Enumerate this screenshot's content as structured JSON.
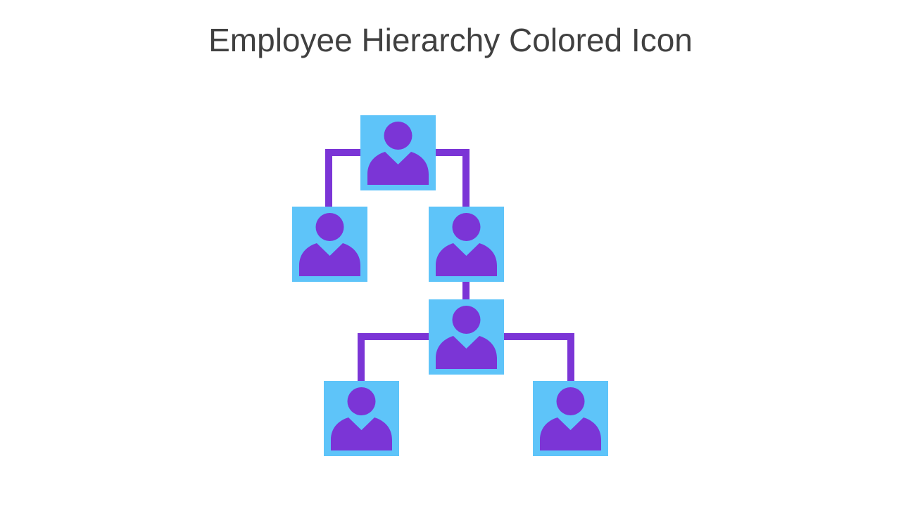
{
  "slide": {
    "title": "Employee Hierarchy Colored Icon"
  },
  "colors": {
    "background": "#ffffff",
    "title_text": "#404040",
    "tile_fill": "#5ec4f9",
    "person_fill": "#7b35d6",
    "connector": "#7b35d6"
  },
  "diagram": {
    "type": "org-chart-icon",
    "nodes": [
      {
        "id": "top-employee",
        "level": 1,
        "icon": "person-icon"
      },
      {
        "id": "left-employee",
        "level": 2,
        "icon": "person-icon"
      },
      {
        "id": "right-employee",
        "level": 2,
        "icon": "person-icon"
      },
      {
        "id": "middle-employee",
        "level": 3,
        "icon": "person-icon"
      },
      {
        "id": "bottom-left-employee",
        "level": 4,
        "icon": "person-icon"
      },
      {
        "id": "bottom-right-employee",
        "level": 4,
        "icon": "person-icon"
      }
    ],
    "edges": [
      {
        "from": "top-employee",
        "to": "left-employee"
      },
      {
        "from": "top-employee",
        "to": "right-employee"
      },
      {
        "from": "right-employee",
        "to": "middle-employee"
      },
      {
        "from": "middle-employee",
        "to": "bottom-left-employee"
      },
      {
        "from": "middle-employee",
        "to": "bottom-right-employee"
      }
    ]
  }
}
